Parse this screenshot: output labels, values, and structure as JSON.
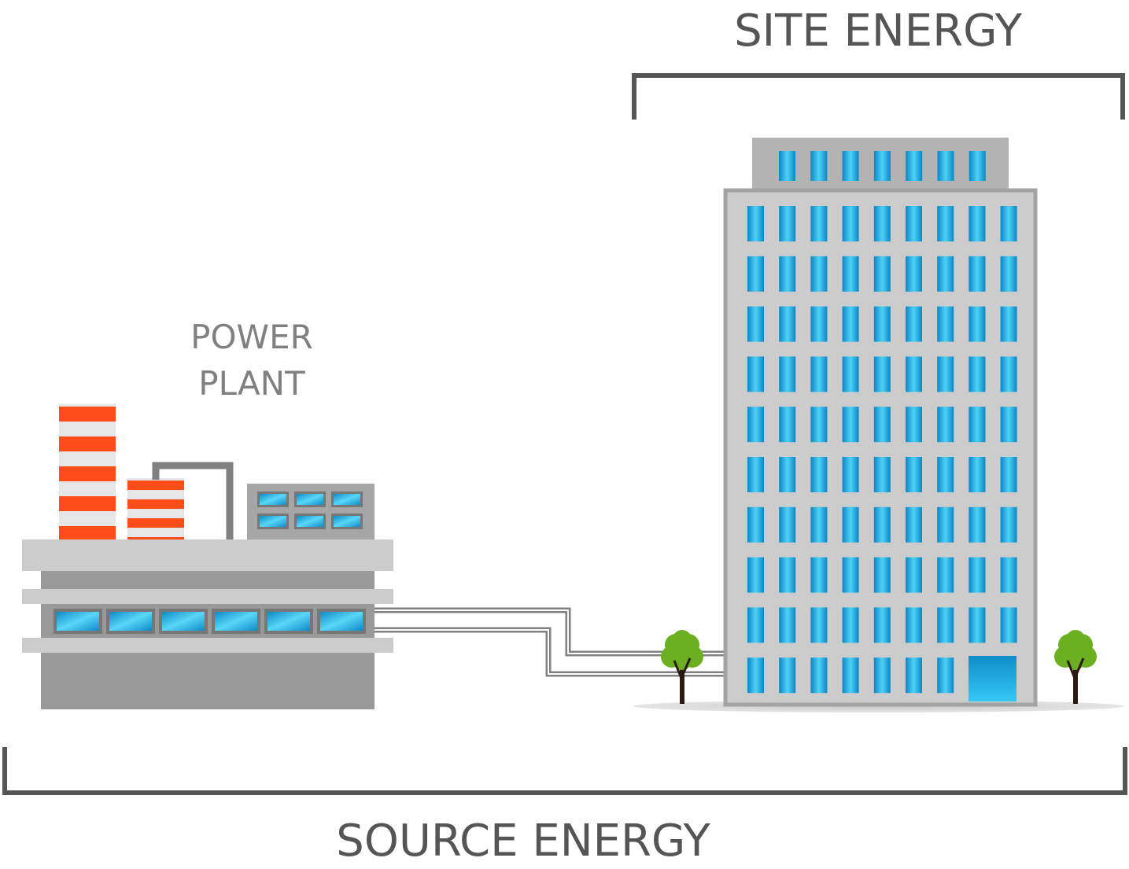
{
  "labels": {
    "site_energy": "SITE ENERGY",
    "power_plant_line1": "POWER",
    "power_plant_line2": "PLANT",
    "source_energy": "SOURCE ENERGY"
  },
  "colors": {
    "label_dark": "#555555",
    "label_light": "#808080",
    "bracket": "#555555",
    "building_body": "#cccccc",
    "building_border": "#a3a3a3",
    "building_top": "#b3b3b3",
    "window_blue": "#1ca0d6",
    "window_light": "#4fc6ef",
    "stripe_orange": "#ff4d1a",
    "stripe_light": "#e8e8e8",
    "pipe": "#808080",
    "plant_dark": "#999999",
    "plant_light": "#cccccc",
    "tree_green": "#6cb022",
    "tree_trunk": "#2b1a12",
    "shadow": "#cfcfcf"
  },
  "icons": {
    "power_plant": "factory-icon",
    "office_building": "skyscraper-icon",
    "tree": "tree-icon",
    "power_line": "power-line-icon"
  }
}
